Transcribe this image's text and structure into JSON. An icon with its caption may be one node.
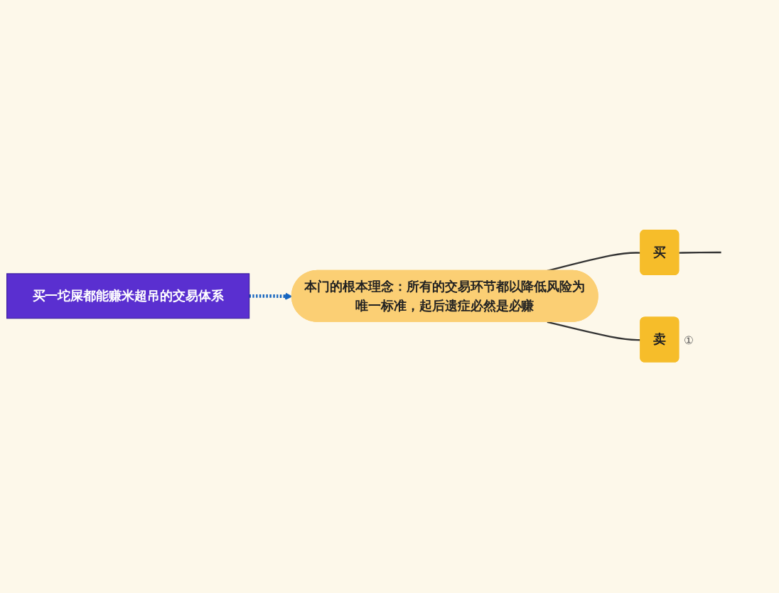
{
  "diagram": {
    "nodes": [
      {
        "text": [
          "本门的根本理念：所有的交易环节都以降低风险为唯一标准，起后遗症必然是必赚"
        ]
      },
      {
        "text": [
          "买"
        ]
      },
      {
        "text": [
          "卖"
        ],
        "beside": [
          "①"
        ]
      },
      {
        "text": [
          "买一坨屎都能赚米超吊的交易体系"
        ]
      }
    ],
    "edges": [
      {
        "from": 0,
        "to": 1,
        "arrow": "none"
      },
      {
        "from": 0,
        "to": 2,
        "arrow": "none"
      },
      {
        "from": 1,
        "to": null,
        "arrow": "none"
      },
      {
        "from": 3,
        "to": 0,
        "arrow": "to",
        "style": "dashed",
        "color": "#1565c0"
      }
    ]
  }
}
